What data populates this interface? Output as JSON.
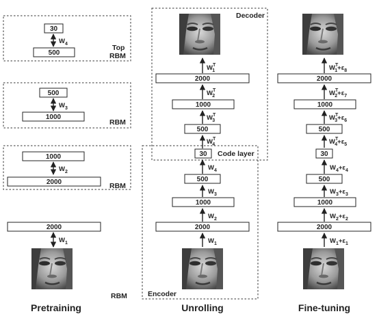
{
  "pretraining": {
    "rbm_top": {
      "upper": "30",
      "lower": "500",
      "weight": "W",
      "weight_sub": "4",
      "label_line1": "Top",
      "label_line2": "RBM"
    },
    "rbm_3": {
      "upper": "500",
      "lower": "1000",
      "weight": "W",
      "weight_sub": "3",
      "label": "RBM"
    },
    "rbm_2": {
      "upper": "1000",
      "lower": "2000",
      "weight": "W",
      "weight_sub": "2",
      "label": "RBM"
    },
    "rbm_1": {
      "upper": "2000",
      "weight": "W",
      "weight_sub": "1",
      "label": "RBM"
    },
    "caption": "Pretraining"
  },
  "unrolling": {
    "decoder_label": "Decoder",
    "code_layer_label": "Code layer",
    "encoder_label": "Encoder",
    "decoder_layers": [
      "2000",
      "1000",
      "500"
    ],
    "code": "30",
    "encoder_layers": [
      "500",
      "1000",
      "2000"
    ],
    "decoder_weights": [
      {
        "w": "W",
        "sup": "T",
        "sub": "1"
      },
      {
        "w": "W",
        "sup": "T",
        "sub": "2"
      },
      {
        "w": "W",
        "sup": "T",
        "sub": "3"
      },
      {
        "w": "W",
        "sup": "T",
        "sub": "4"
      }
    ],
    "encoder_weights": [
      {
        "w": "W",
        "sub": "4"
      },
      {
        "w": "W",
        "sub": "3"
      },
      {
        "w": "W",
        "sub": "2"
      },
      {
        "w": "W",
        "sub": "1"
      }
    ],
    "caption": "Unrolling"
  },
  "finetuning": {
    "decoder_layers": [
      "2000",
      "1000",
      "500"
    ],
    "code": "30",
    "encoder_layers": [
      "500",
      "1000",
      "2000"
    ],
    "decoder_weights": [
      {
        "w": "W",
        "sup": "T",
        "sub": "1",
        "eps": "+ε",
        "eps_sub": "8"
      },
      {
        "w": "W",
        "sup": "T",
        "sub": "2",
        "eps": "+ε",
        "eps_sub": "7"
      },
      {
        "w": "W",
        "sup": "T",
        "sub": "3",
        "eps": "+ε",
        "eps_sub": "6"
      },
      {
        "w": "W",
        "sup": "T",
        "sub": "4",
        "eps": "+ε",
        "eps_sub": "5"
      }
    ],
    "encoder_weights": [
      {
        "w": "W",
        "sub": "4",
        "eps": "+ε",
        "eps_sub": "4"
      },
      {
        "w": "W",
        "sub": "3",
        "eps": "+ε",
        "eps_sub": "3"
      },
      {
        "w": "W",
        "sub": "2",
        "eps": "+ε",
        "eps_sub": "2"
      },
      {
        "w": "W",
        "sub": "1",
        "eps": "+ε",
        "eps_sub": "1"
      }
    ],
    "caption": "Fine-tuning"
  }
}
